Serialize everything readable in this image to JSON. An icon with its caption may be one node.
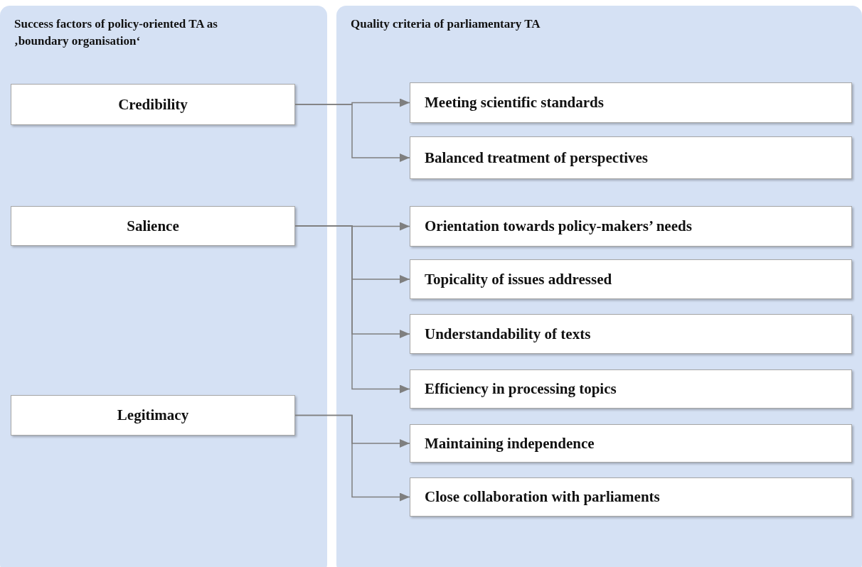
{
  "diagram": {
    "nodes": [
      {
        "text": [
          "Success factors of policy-oriented TA as ‚boundary organisation‘"
        ]
      },
      {
        "text": [
          "Quality criteria of parliamentary TA"
        ]
      },
      {
        "text": [
          "Credibility"
        ],
        "in": 0
      },
      {
        "text": [
          "Salience"
        ],
        "in": 0
      },
      {
        "text": [
          "Legitimacy"
        ],
        "in": 0
      },
      {
        "text": [
          "Meeting scientific standards"
        ],
        "in": 1
      },
      {
        "text": [
          "Balanced treatment of perspectives"
        ],
        "in": 1
      },
      {
        "text": [
          "Orientation towards policy-makers’ needs"
        ],
        "in": 1
      },
      {
        "text": [
          "Topicality of issues addressed"
        ],
        "in": 1
      },
      {
        "text": [
          "Understandability of texts"
        ],
        "in": 1
      },
      {
        "text": [
          "Efficiency in processing topics"
        ],
        "in": 1
      },
      {
        "text": [
          "Maintaining independence"
        ],
        "in": 1
      },
      {
        "text": [
          "Close collaboration with parliaments"
        ],
        "in": 1
      }
    ],
    "edges": [
      {
        "from": 2,
        "to": 5,
        "arrow": "to"
      },
      {
        "from": 2,
        "to": 6,
        "arrow": "to"
      },
      {
        "from": 3,
        "to": 7,
        "arrow": "to"
      },
      {
        "from": 3,
        "to": 8,
        "arrow": "to"
      },
      {
        "from": 3,
        "to": 9,
        "arrow": "to"
      },
      {
        "from": 3,
        "to": 10,
        "arrow": "to"
      },
      {
        "from": 4,
        "to": 11,
        "arrow": "to"
      },
      {
        "from": 4,
        "to": 12,
        "arrow": "to"
      }
    ]
  }
}
